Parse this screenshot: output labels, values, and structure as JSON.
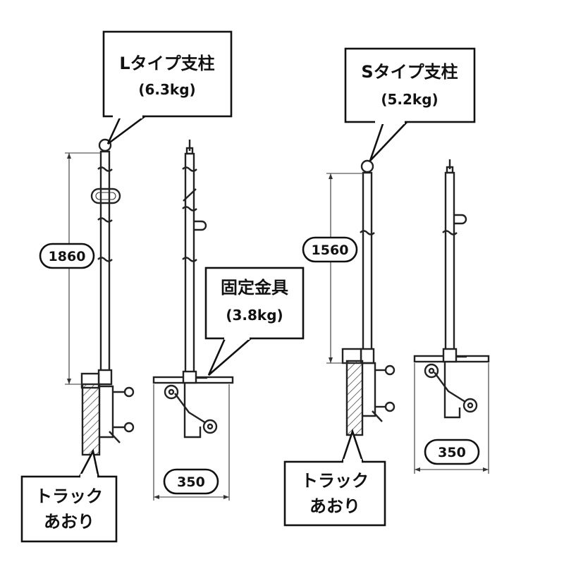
{
  "callouts": {
    "l_type": {
      "title": "Lタイプ支柱",
      "weight": "(6.3kg)"
    },
    "s_type": {
      "title": "Sタイプ支柱",
      "weight": "(5.2kg)"
    },
    "fixture": {
      "title": "固定金具",
      "weight": "(3.8kg)"
    },
    "truck_left": {
      "line1": "トラック",
      "line2": "あおり"
    },
    "truck_right": {
      "line1": "トラック",
      "line2": "あおり"
    }
  },
  "dimensions": {
    "l_height": "1860",
    "s_height": "1560",
    "l_width": "350",
    "s_width": "350"
  }
}
